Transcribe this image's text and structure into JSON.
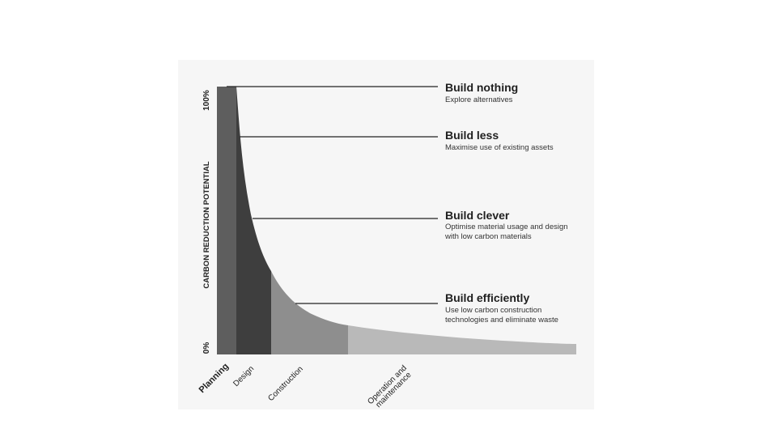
{
  "y_axis": {
    "title": "CARBON REDUCTION POTENTIAL",
    "top_label": "100%",
    "bottom_label": "0%"
  },
  "stages": [
    {
      "label": "Planning",
      "color": "#5e5e5e"
    },
    {
      "label": "Design",
      "color": "#3e3e3e"
    },
    {
      "label": "Construction",
      "color": "#8e8e8e"
    },
    {
      "label_line1": "Operation and",
      "label_line2": "maintenance",
      "color": "#b9b9b9"
    }
  ],
  "levels": [
    {
      "title": "Build nothing",
      "desc_line1": "Explore alternatives",
      "desc_line2": ""
    },
    {
      "title": "Build less",
      "desc_line1": "Maximise use of existing assets",
      "desc_line2": ""
    },
    {
      "title": "Build clever",
      "desc_line1": "Optimise material usage and design",
      "desc_line2": "with low carbon materials"
    },
    {
      "title": "Build efficiently",
      "desc_line1": "Use low carbon construction",
      "desc_line2": "technologies and eliminate waste"
    }
  ],
  "colors": {
    "panel_background": "#f6f6f6",
    "leader_line": "#222222"
  }
}
